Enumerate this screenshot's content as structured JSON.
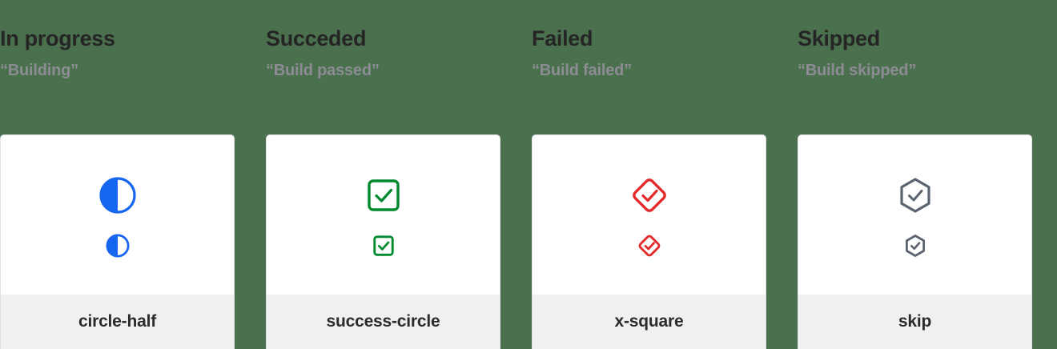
{
  "page": {
    "background_color": "#4a704e",
    "card_background": "#ffffff",
    "card_footer_background": "#f0f0f0",
    "title_color": "#252525",
    "subtitle_color": "#8c8c93",
    "label_color": "#2b2b2b"
  },
  "columns": [
    {
      "title": "In progress",
      "subtitle": "“Building”",
      "icon_name": "circle-half",
      "icon_label": "circle-half",
      "icon_color": "#1766f0"
    },
    {
      "title": "Succeded",
      "subtitle": "“Build passed”",
      "icon_name": "success-circle",
      "icon_label": "success-circle",
      "icon_color": "#00892e"
    },
    {
      "title": "Failed",
      "subtitle": "“Build failed”",
      "icon_name": "x-square",
      "icon_label": "x-square",
      "icon_color": "#e22b2b"
    },
    {
      "title": "Skipped",
      "subtitle": "“Build skipped”",
      "icon_name": "skip",
      "icon_label": "skip",
      "icon_color": "#5c6370"
    }
  ]
}
